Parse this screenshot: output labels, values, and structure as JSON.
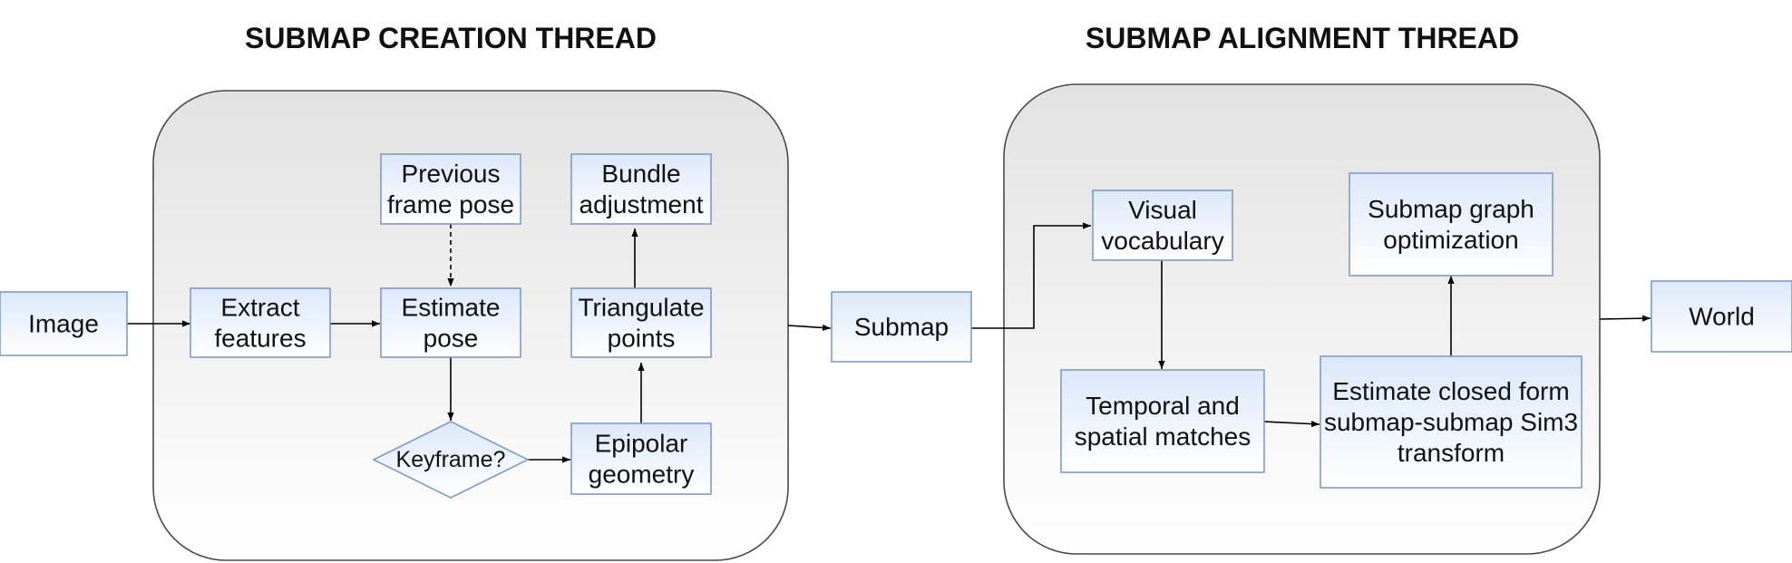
{
  "titles": {
    "creation": "SUBMAP CREATION THREAD",
    "alignment": "SUBMAP ALIGNMENT THREAD"
  },
  "nodes": {
    "image": [
      "Image"
    ],
    "extract": [
      "Extract",
      "features"
    ],
    "previous": [
      "Previous",
      "frame pose"
    ],
    "estimate": [
      "Estimate",
      "pose"
    ],
    "keyframe": [
      "Keyframe?"
    ],
    "bundle": [
      "Bundle",
      "adjustment"
    ],
    "triangulate": [
      "Triangulate",
      "points"
    ],
    "epipolar": [
      "Epipolar",
      "geometry"
    ],
    "submap": [
      "Submap"
    ],
    "visual": [
      "Visual",
      "vocabulary"
    ],
    "temporal": [
      "Temporal and",
      "spatial matches"
    ],
    "graph": [
      "Submap graph",
      "optimization"
    ],
    "closed": [
      "Estimate closed form",
      "submap-submap Sim3",
      "transform"
    ],
    "world": [
      "World"
    ]
  },
  "edges": [
    {
      "from": "image",
      "to": "extract",
      "style": "solid"
    },
    {
      "from": "extract",
      "to": "estimate",
      "style": "solid"
    },
    {
      "from": "previous",
      "to": "estimate",
      "style": "dashed"
    },
    {
      "from": "estimate",
      "to": "keyframe",
      "style": "solid"
    },
    {
      "from": "keyframe",
      "to": "epipolar",
      "style": "solid"
    },
    {
      "from": "epipolar",
      "to": "triangulate",
      "style": "solid"
    },
    {
      "from": "triangulate",
      "to": "bundle",
      "style": "solid"
    },
    {
      "from": "creation-thread",
      "to": "submap",
      "style": "solid"
    },
    {
      "from": "submap",
      "to": "visual",
      "style": "solid"
    },
    {
      "from": "visual",
      "to": "temporal",
      "style": "solid"
    },
    {
      "from": "temporal",
      "to": "closed",
      "style": "solid"
    },
    {
      "from": "closed",
      "to": "graph",
      "style": "solid"
    },
    {
      "from": "alignment-thread",
      "to": "world",
      "style": "solid"
    }
  ],
  "colors": {
    "node_fill_top": "#dce8fa",
    "node_fill_bottom": "#ffffff",
    "node_stroke": "#7f9cc7",
    "panel_fill_top": "#e2e2e2",
    "panel_fill_bottom": "#ffffff",
    "panel_stroke": "#4a4a4a"
  }
}
